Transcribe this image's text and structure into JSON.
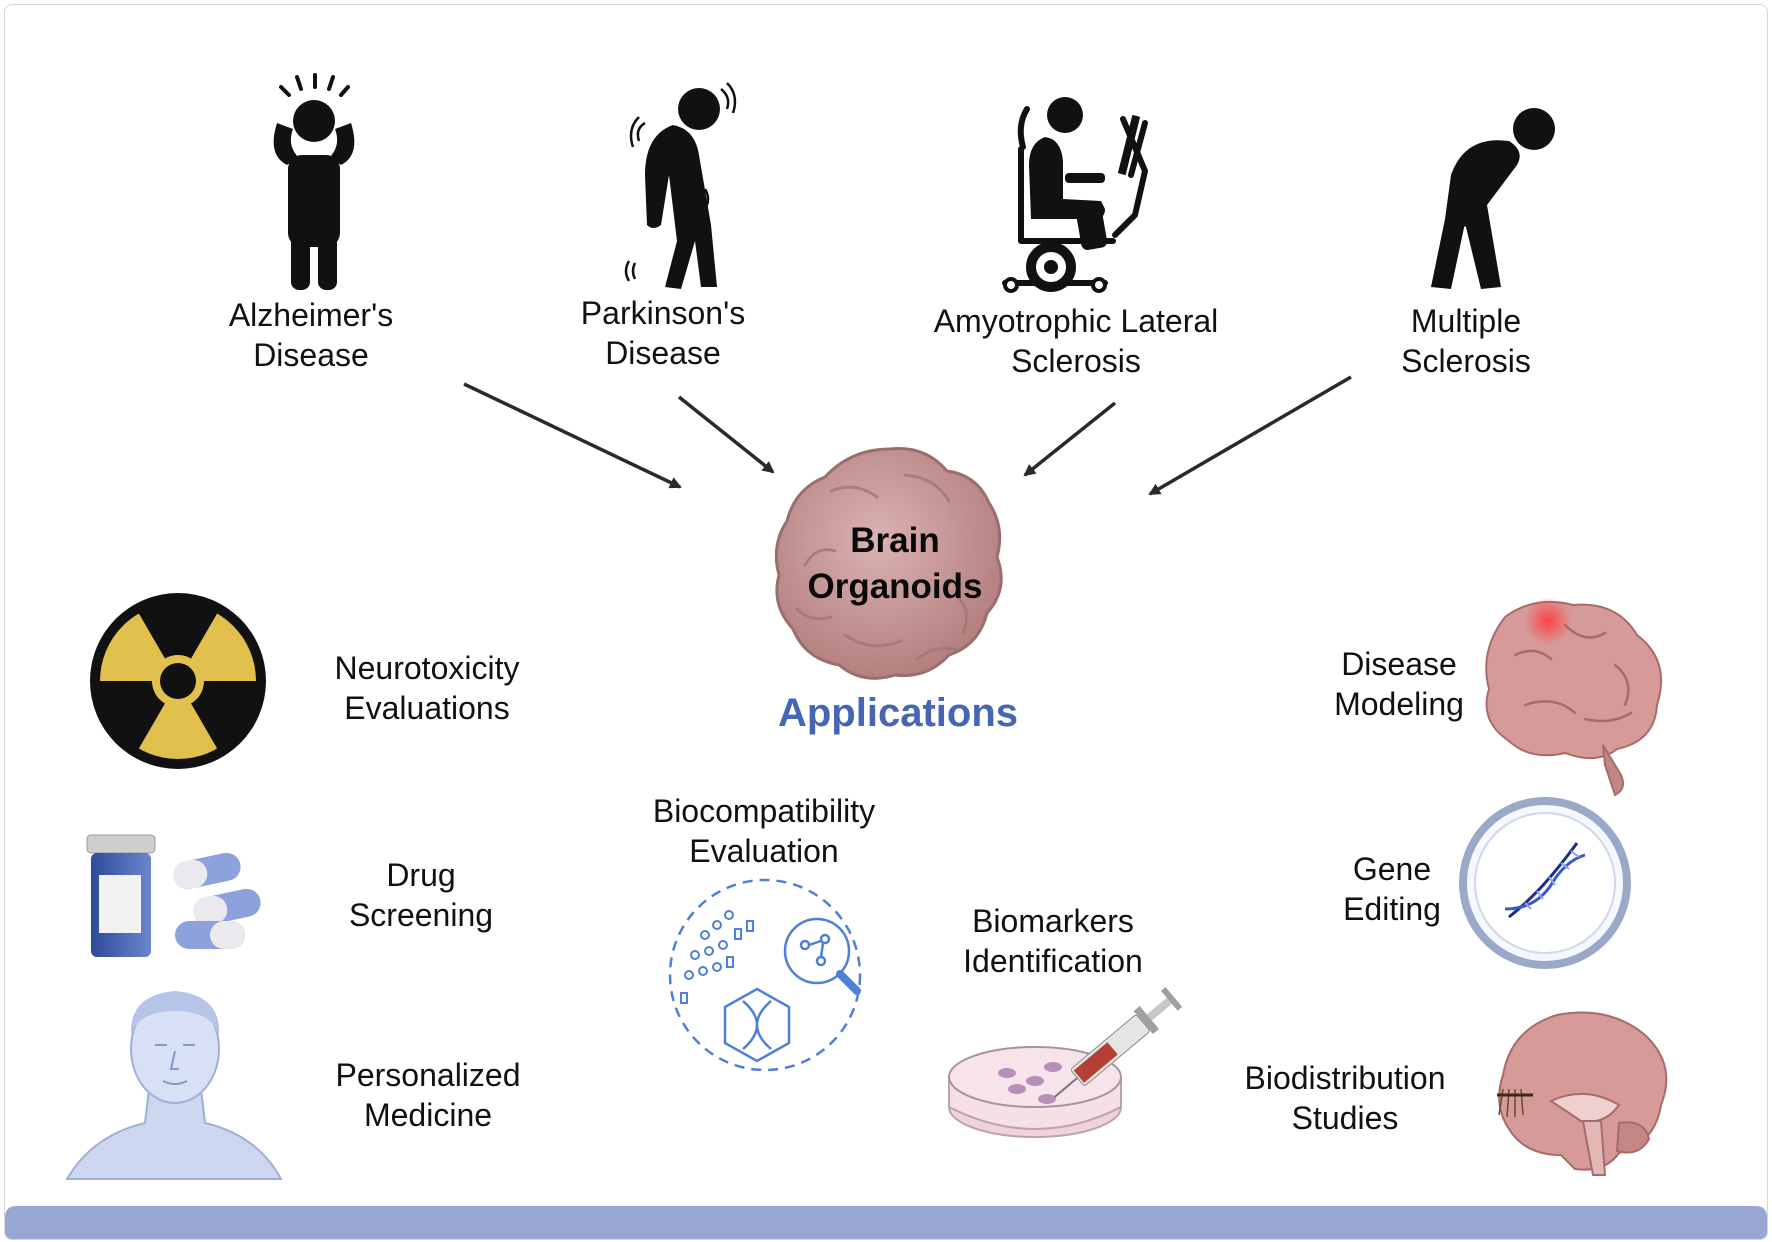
{
  "diseases": [
    {
      "line1": "Alzheimer's",
      "line2": "Disease"
    },
    {
      "line1": "Parkinson's",
      "line2": "Disease"
    },
    {
      "line1": "Amyotrophic Lateral",
      "line2": "Sclerosis"
    },
    {
      "line1": "Multiple",
      "line2": "Sclerosis"
    }
  ],
  "center": {
    "line1": "Brain",
    "line2": "Organoids"
  },
  "applications_title": "Applications",
  "applications": [
    {
      "line1": "Neurotoxicity",
      "line2": "Evaluations"
    },
    {
      "line1": "Drug",
      "line2": "Screening"
    },
    {
      "line1": "Personalized",
      "line2": "Medicine"
    },
    {
      "line1": "Biocompatibility",
      "line2": "Evaluation"
    },
    {
      "line1": "Biomarkers",
      "line2": "Identification"
    },
    {
      "line1": "Disease",
      "line2": "Modeling"
    },
    {
      "line1": "Gene",
      "line2": "Editing"
    },
    {
      "line1": "Biodistribution",
      "line2": "Studies"
    }
  ],
  "colors": {
    "accent": "#4466b4",
    "organoid": "#c99a9c",
    "bar": "#9aa6d4",
    "radiation": "#e2c04e",
    "brain": "#d69a99"
  }
}
